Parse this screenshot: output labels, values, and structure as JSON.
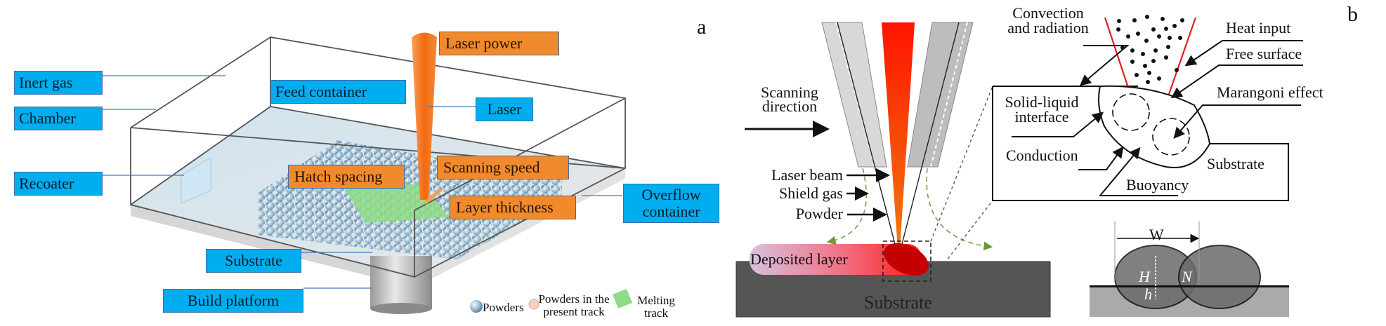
{
  "panel_a": {
    "letter": "a",
    "labels": {
      "inert_gas": "Inert gas",
      "chamber": "Chamber",
      "recoater": "Recoater",
      "feed_container": "Feed container",
      "laser": "Laser",
      "laser_power": "Laser power",
      "hatch_spacing": "Hatch spacing",
      "scanning_speed": "Scanning speed",
      "layer_thickness": "Layer thickness",
      "overflow_container_line1": "Overflow",
      "overflow_container_line2": "container",
      "substrate": "Substrate",
      "build_platform": "Build platform"
    },
    "legend": [
      {
        "icon": "powder-sphere-icon",
        "label_lines": [
          "Powders"
        ]
      },
      {
        "icon": "present-track-powder-icon",
        "label_lines": [
          "Powders in the",
          "present track"
        ]
      },
      {
        "icon": "melting-track-icon",
        "label_lines": [
          "Melting",
          "track"
        ]
      }
    ],
    "colors": {
      "process_param_box": "#f08a2c",
      "component_box": "#00aeef",
      "laser": "#f26a0f",
      "melt_track": "#7fd67a",
      "powder": "#a9c6d8"
    }
  },
  "panel_b": {
    "letter": "b",
    "left": {
      "scanning_direction_line1": "Scanning",
      "scanning_direction_line2": "direction",
      "laser_beam": "Laser beam",
      "shield_gas": "Shield gas",
      "powder": "Powder",
      "deposited_layer": "Deposited layer",
      "substrate": "Substrate"
    },
    "melt_pool": {
      "convection_line1": "Convection",
      "convection_line2": "and radiation",
      "heat_input": "Heat input",
      "free_surface": "Free surface",
      "marangoni": "Marangoni effect",
      "solid_liquid_line1": "Solid-liquid",
      "solid_liquid_line2": "interface",
      "conduction": "Conduction",
      "substrate": "Substrate",
      "buoyancy": "Buoyancy"
    },
    "bead_geometry": {
      "width": "W",
      "height": "H",
      "depth": "h",
      "overlap": "N"
    },
    "colors": {
      "laser_top": "#ff1a00",
      "laser_bottom": "#f07010",
      "substrate": "#555555",
      "melt_pool": "#c00000",
      "heat_cone": "#e02020"
    }
  }
}
